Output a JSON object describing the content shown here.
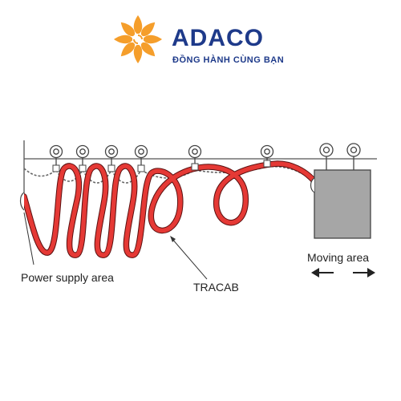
{
  "brand": {
    "name": "ADACO",
    "tagline": "ĐỒNG HÀNH CÙNG BẠN",
    "primary_color": "#1e3a8a",
    "accent_color": "#f59e2b",
    "icon": "sunflower-logo-icon"
  },
  "diagram": {
    "labels": {
      "power_supply": "Power supply area",
      "cable": "TRACAB",
      "moving": "Moving area"
    },
    "cable_color": "#e53935",
    "box_color": "#a6a6a6",
    "icons": [
      "hanger-ring-icon",
      "arrow-left-icon",
      "arrow-right-icon"
    ]
  }
}
